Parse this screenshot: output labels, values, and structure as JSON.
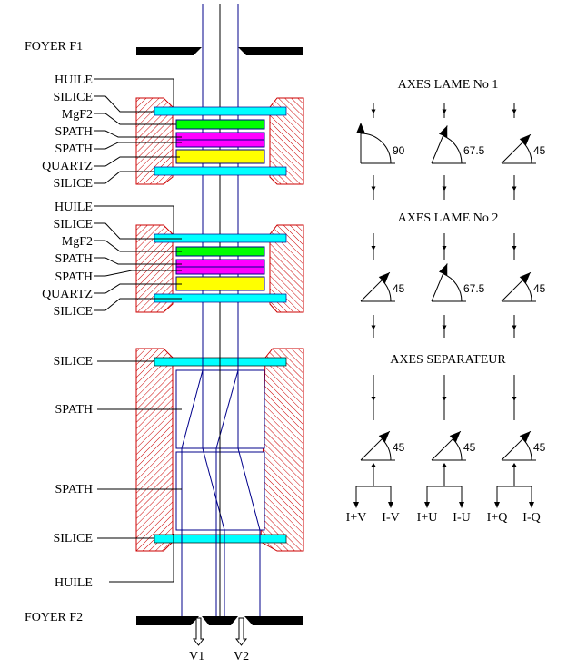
{
  "colors": {
    "silice": "#00ffff",
    "mgf2": "#00ff00",
    "spath": "#ff00ff",
    "quartz": "#ffff00",
    "housing": "#cc0000",
    "beam": "#00008b",
    "ink": "#000000"
  },
  "focus": {
    "f1": "FOYER F1",
    "f2": "FOYER F2"
  },
  "stack1": {
    "labels": [
      "HUILE",
      "SILICE",
      "MgF2",
      "SPATH",
      "SPATH",
      "QUARTZ",
      "SILICE"
    ]
  },
  "stack2": {
    "labels": [
      "HUILE",
      "SILICE",
      "MgF2",
      "SPATH",
      "SPATH",
      "QUARTZ",
      "SILICE"
    ]
  },
  "separator": {
    "labels": [
      "SILICE",
      "SPATH",
      "SPATH",
      "SILICE",
      "HUILE"
    ]
  },
  "outputs": [
    "V1",
    "V2"
  ],
  "axes": {
    "lame1": {
      "title": "AXES LAME No 1",
      "angles": [
        "90",
        "67.5",
        "45"
      ]
    },
    "lame2": {
      "title": "AXES LAME No 2",
      "angles": [
        "45",
        "67.5",
        "45"
      ]
    },
    "separateur": {
      "title": "AXES SEPARATEUR",
      "angles": [
        "45",
        "45",
        "45"
      ],
      "outputs": [
        [
          "I+V",
          "I-V"
        ],
        [
          "I+U",
          "I-U"
        ],
        [
          "I+Q",
          "I-Q"
        ]
      ]
    }
  }
}
